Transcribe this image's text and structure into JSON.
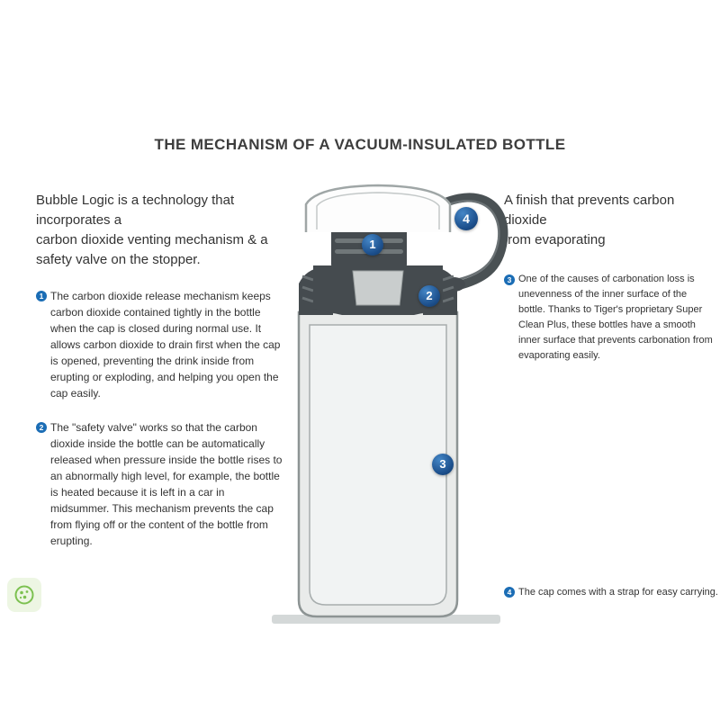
{
  "title": "THE MECHANISM OF A VACUUM-INSULATED BOTTLE",
  "left": {
    "intro": "Bubble Logic is a technology that\nincorporates a\ncarbon dioxide venting mechanism & a\nsafety valve on the stopper.",
    "points": [
      {
        "num": "1",
        "text": "The carbon dioxide release mechanism keeps carbon dioxide contained tightly in the bottle when the cap is closed during normal use. It allows carbon dioxide to drain first when the cap is opened, preventing the drink inside from erupting or exploding, and helping you open the cap easily."
      },
      {
        "num": "2",
        "text": "The \"safety valve\" works so that the carbon dioxide inside the bottle can be automatically released when pressure inside the bottle rises to an abnormally high level, for example, the bottle is heated because it is left in a car in midsummer. This mechanism prevents the cap from flying off or the content of the bottle from erupting."
      }
    ]
  },
  "right": {
    "heading": "A finish that prevents carbon dioxide\nfrom evaporating",
    "points": [
      {
        "num": "3",
        "text": "One of the causes of carbonation loss is unevenness of the inner surface of the bottle. Thanks to Tiger's proprietary Super Clean Plus, these bottles have a smooth inner surface that prevents carbonation from evaporating easily."
      },
      {
        "num": "4",
        "text": "The cap comes with a strap for easy carrying."
      }
    ]
  },
  "diagram": {
    "description": "Cross-section of a vacuum-insulated carbonated drink bottle with cap, threaded stopper, safety valve, double-wall body and carrying strap",
    "markers": [
      {
        "label": "1"
      },
      {
        "label": "2"
      },
      {
        "label": "3"
      },
      {
        "label": "4"
      }
    ]
  },
  "colors": {
    "marker_blue": "#1c4f8c",
    "bullet_blue": "#1b6db5",
    "accent_green": "#7cc150",
    "body_gray": "#e9ebea",
    "stopper_dark": "#454b4f"
  }
}
